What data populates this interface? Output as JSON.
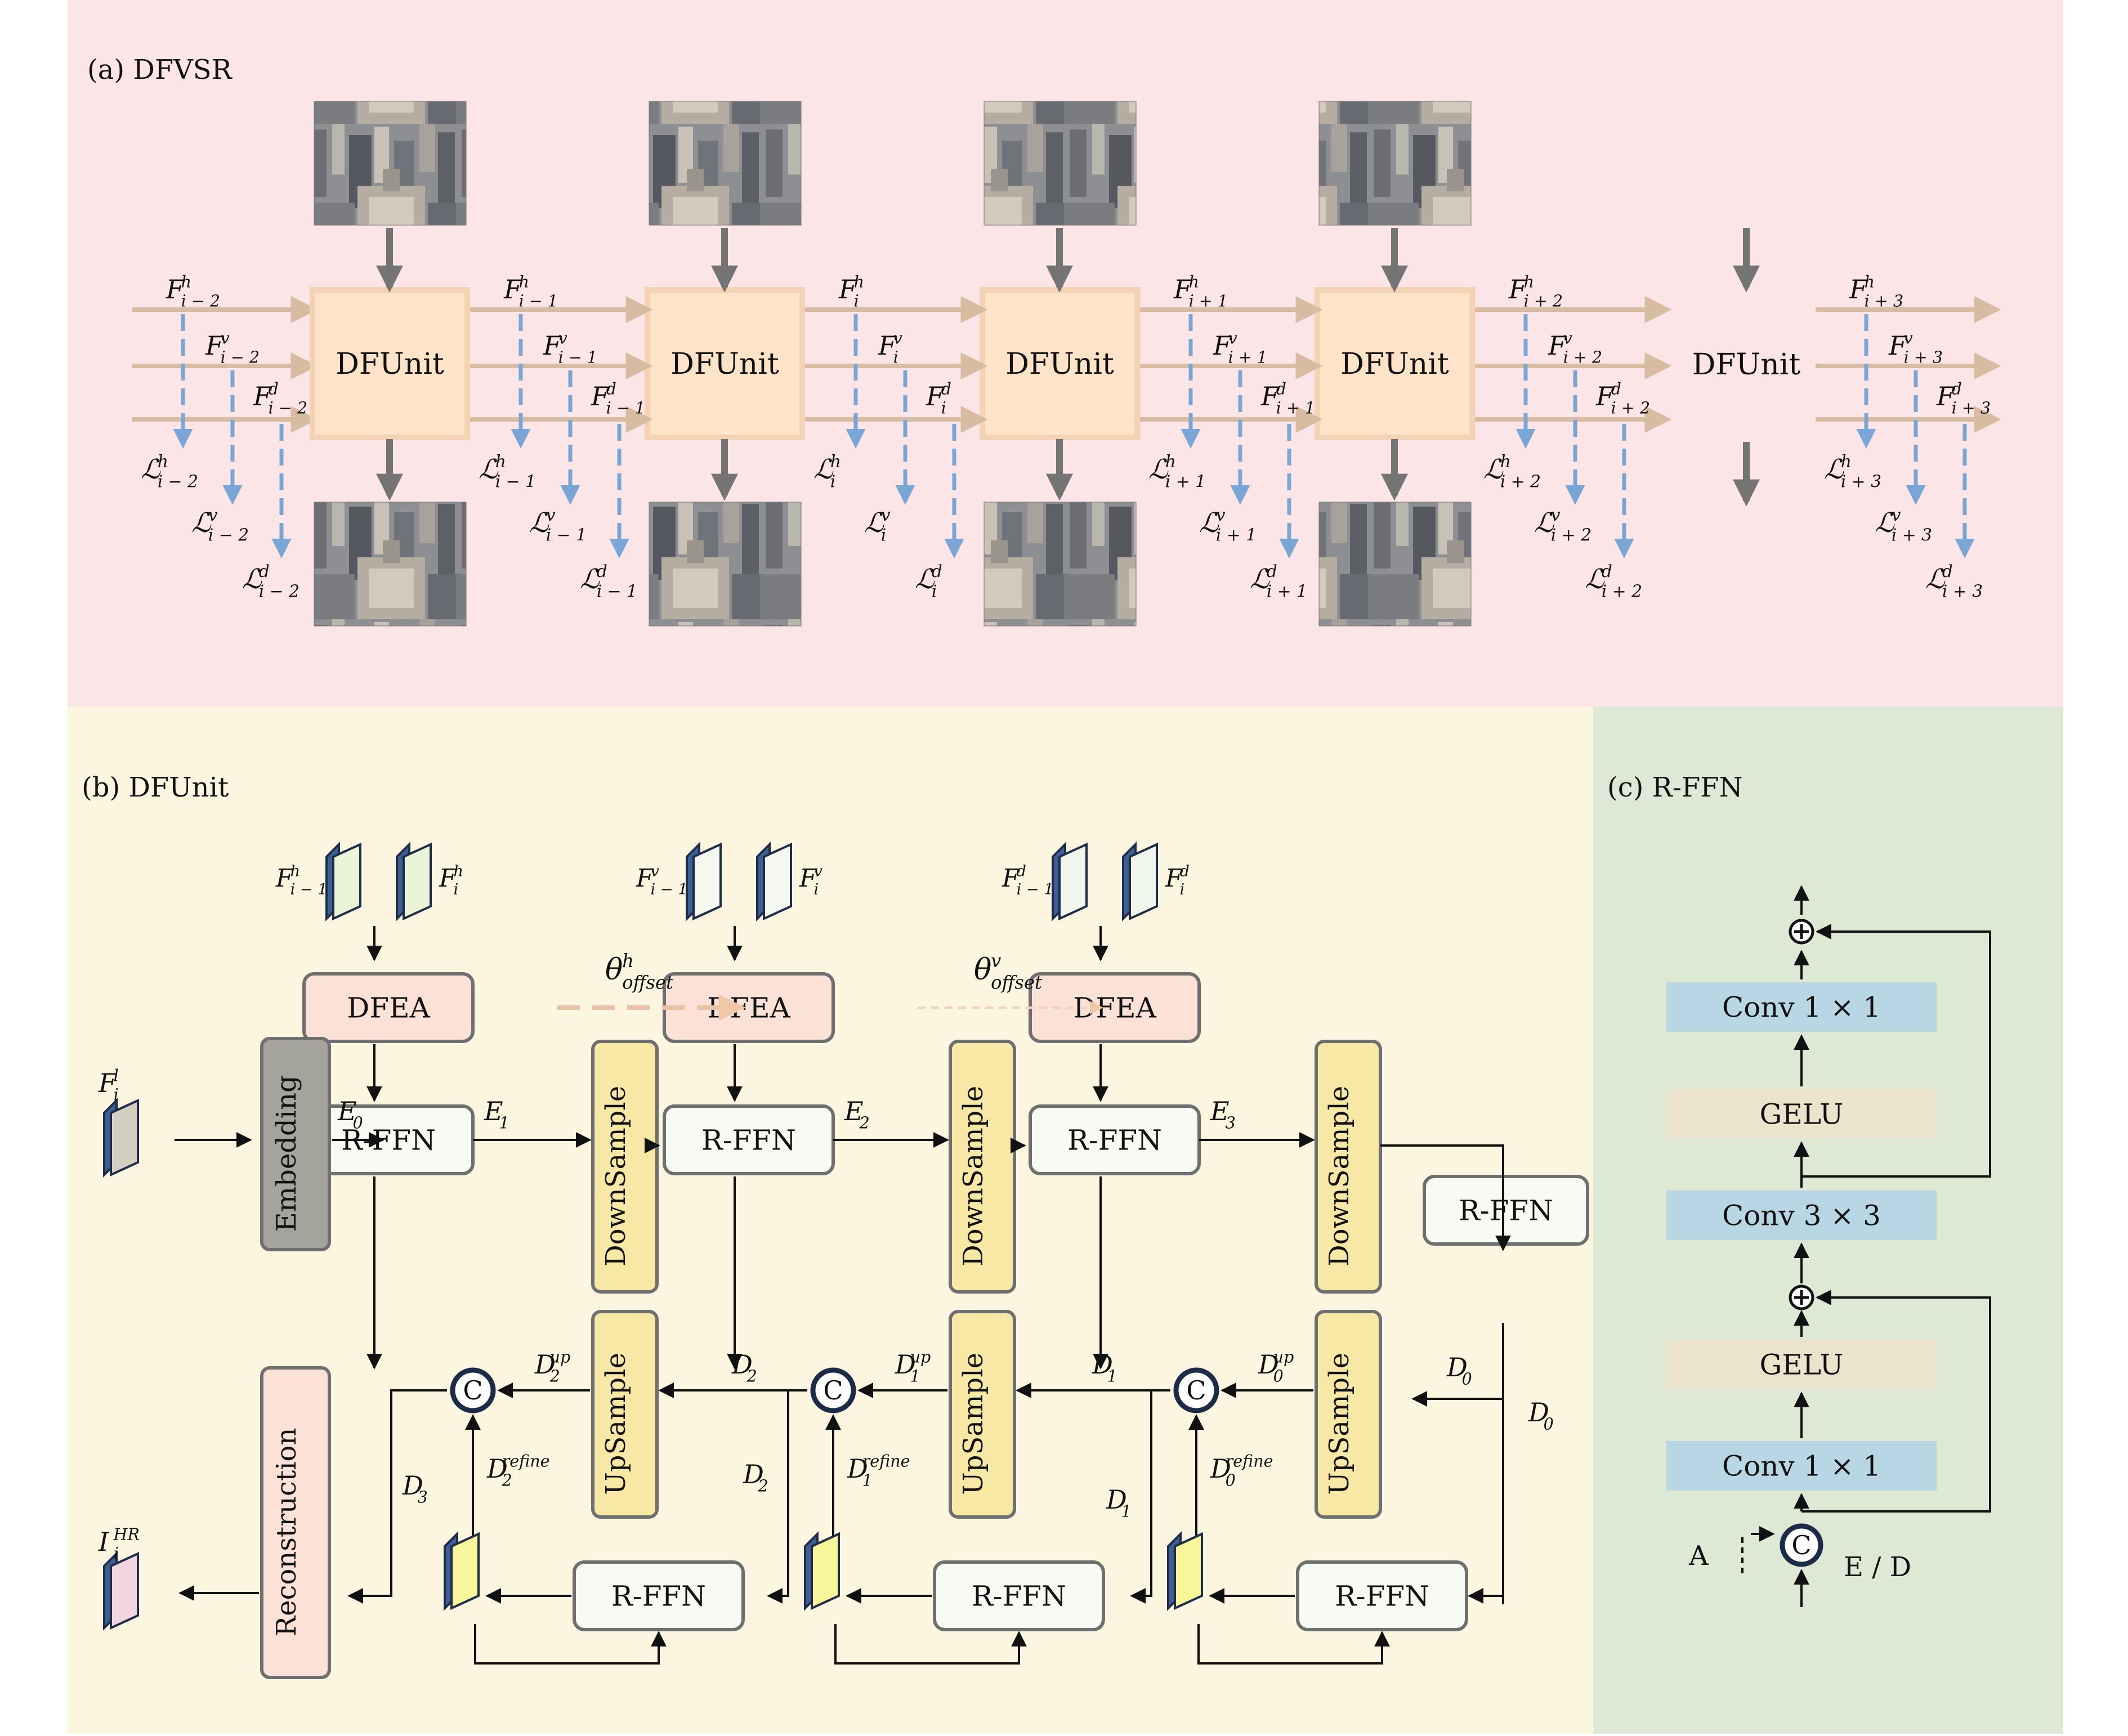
{
  "panels": {
    "a": "(a) DFVSR",
    "b": "(b) DFUnit",
    "c": "(c) R-FFN"
  },
  "colors": {
    "panel_a_bg": "#fbe5e6",
    "panel_b_bg": "#fcf5df",
    "panel_c_bg": "#dde9d5",
    "dfunit_fill": "#fde3c7",
    "dfunit_border": "#f4d2b4",
    "feature_arrow": "#d8bca2",
    "loss_arrow": "#7aa6d6",
    "gray_arrow": "#747474",
    "dfea_fill": "#fbe1d6",
    "rffn_fill": "#f7fbf3",
    "sample_fill": "#f8e8a6",
    "embedding_fill": "#a5a49c",
    "reconstruction_fill": "#fbe1d6",
    "conv_fill": "#b8d6e4",
    "gelu_fill": "#ece3cc",
    "concat_ring": "#1c2c48"
  },
  "dfvsr": {
    "units": [
      {
        "label": "DFUnit",
        "has_images": true,
        "fh": "i − 2",
        "fv": "i − 2",
        "fd": "i − 2",
        "lh": "i − 2",
        "lv": "i − 2",
        "ld": "i − 2"
      },
      {
        "label": "DFUnit",
        "has_images": true,
        "fh": "i − 1",
        "fv": "i − 1",
        "fd": "i − 1",
        "lh": "i − 1",
        "lv": "i − 1",
        "ld": "i − 1"
      },
      {
        "label": "DFUnit",
        "has_images": true,
        "fh": "i",
        "fv": "i",
        "fd": "i",
        "lh": "i",
        "lv": "i",
        "ld": "i"
      },
      {
        "label": "DFUnit",
        "has_images": true,
        "fh": "i + 1",
        "fv": "i + 1",
        "fd": "i + 1",
        "lh": "i + 1",
        "lv": "i + 1",
        "ld": "i + 1"
      },
      {
        "label": "DFUnit",
        "has_images": false,
        "fh": "i + 2",
        "fv": "i + 2",
        "fd": "i + 2",
        "lh": "i + 2",
        "lv": "i + 2",
        "ld": "i + 2"
      }
    ],
    "tail": {
      "fh": "i + 3",
      "fv": "i + 3",
      "fd": "i + 3",
      "lh": "i + 3",
      "lv": "i + 3",
      "ld": "i + 3"
    }
  },
  "dfunit": {
    "dfea": "DFEA",
    "rffn": "R-FFN",
    "downsample": "DownSample",
    "upsample": "UpSample",
    "embedding": "Embedding",
    "reconstruction": "Reconstruction",
    "concat": "C",
    "theta_h": "θ",
    "theta_h_sup": "h",
    "theta_sub": "offset",
    "theta_v_sup": "v",
    "input_label": "F",
    "input_sup": "l",
    "output_label": "I",
    "output_sup": "HR",
    "enc": [
      "E",
      "E",
      "E",
      "E"
    ],
    "enc_sub": [
      "0",
      "1",
      "2",
      "3"
    ]
  },
  "rffn": {
    "layers": [
      "Conv 1 × 1",
      "GELU",
      "Conv 3 × 3",
      "GELU",
      "Conv 1 × 1"
    ],
    "concat": "C",
    "left_label": "A",
    "right_label": "E / D"
  }
}
